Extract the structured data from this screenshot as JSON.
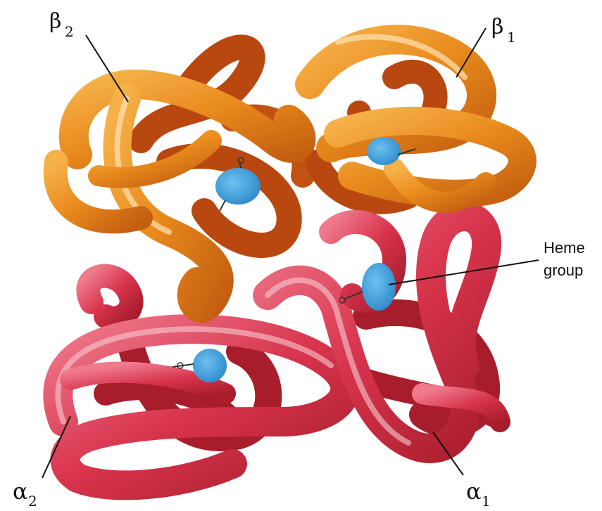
{
  "figure": {
    "labels": {
      "beta2": {
        "greek": "β",
        "sub": "2"
      },
      "beta1": {
        "greek": "β",
        "sub": "1"
      },
      "alpha2": {
        "greek": "α",
        "sub": "2"
      },
      "alpha1": {
        "greek": "α",
        "sub": "1"
      },
      "heme": {
        "line1": "Heme",
        "line2": "group"
      }
    },
    "colors": {
      "beta_orange": "#e8891c",
      "beta_dark": "#b8480f",
      "alpha_red": "#d8344d",
      "alpha_dark": "#a81d2c",
      "heme_blue": "#3a9fdc"
    }
  }
}
